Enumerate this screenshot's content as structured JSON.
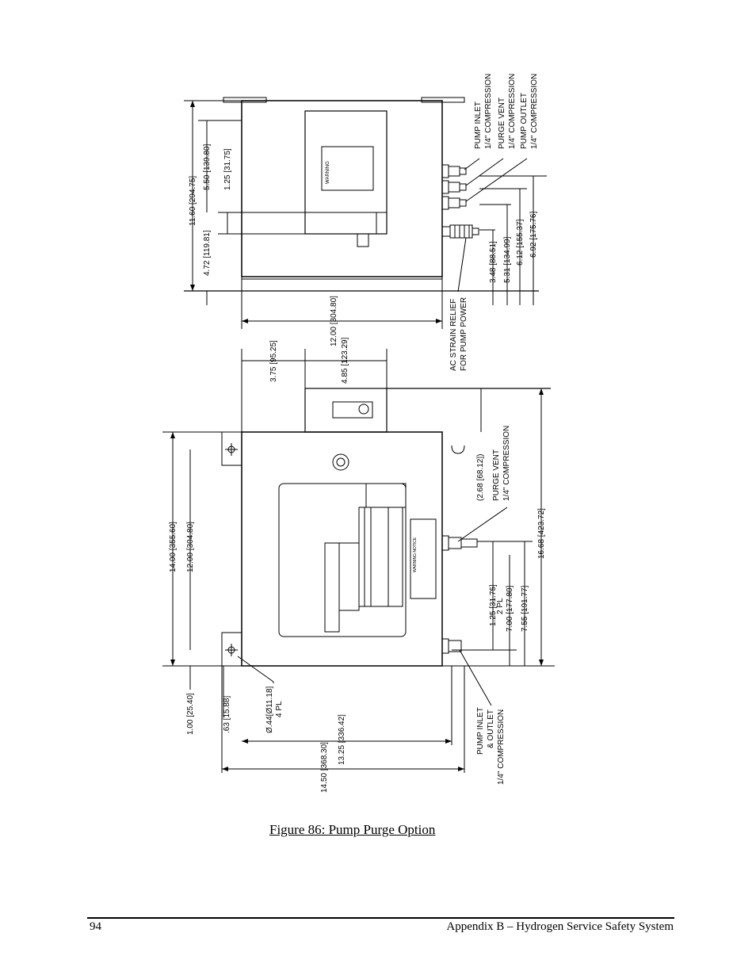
{
  "figure": {
    "caption": "Figure 86: Pump Purge Option",
    "top_view": {
      "callouts": [
        "PUMP INLET",
        "1/4\" COMPRESSION",
        "PURGE VENT",
        "1/4\" COMPRESSION",
        "PUMP OUTLET",
        "1/4\" COMPRESSION",
        "AC STRAIN RELIEF",
        "FOR PUMP POWER"
      ],
      "dimensions": [
        "11.60 [294.75]",
        "5.50 [139.80]",
        "1.25 [31.75]",
        "4.72 [119.81]",
        "12.00 [304.80]",
        "3.48 [88.51]",
        "5.31 [134.99]",
        "6.12 [155.37]",
        "6.92 [175.76]"
      ]
    },
    "front_view": {
      "callouts": [
        "PURGE VENT",
        "1/4\" COMPRESSION",
        "PUMP INLET",
        "& OUTLET",
        "1/4\" COMPRESSION"
      ],
      "dimensions": [
        "3.75 [95.25]",
        "4.85 [123.29]",
        "14.00 [355.60]",
        "12.00 [304.80]",
        "(2.68 [68.12])",
        "16.68 [423.72]",
        "1.25 [31.75]",
        "2 PL",
        "7.00 [177.80]",
        "7.55 [191.77]",
        "1.00 [25.40]",
        ".63 [15.88]",
        "Ø.44[Ø11.18]",
        "4 PL",
        "13.25 [336.42]",
        "14.50 [368.30]"
      ]
    },
    "labels": {
      "warning": "WARNING",
      "notice": "WARNING NOTICE"
    }
  },
  "footer": {
    "page_number": "94",
    "section_title": "Appendix B – Hydrogen Service Safety System"
  }
}
